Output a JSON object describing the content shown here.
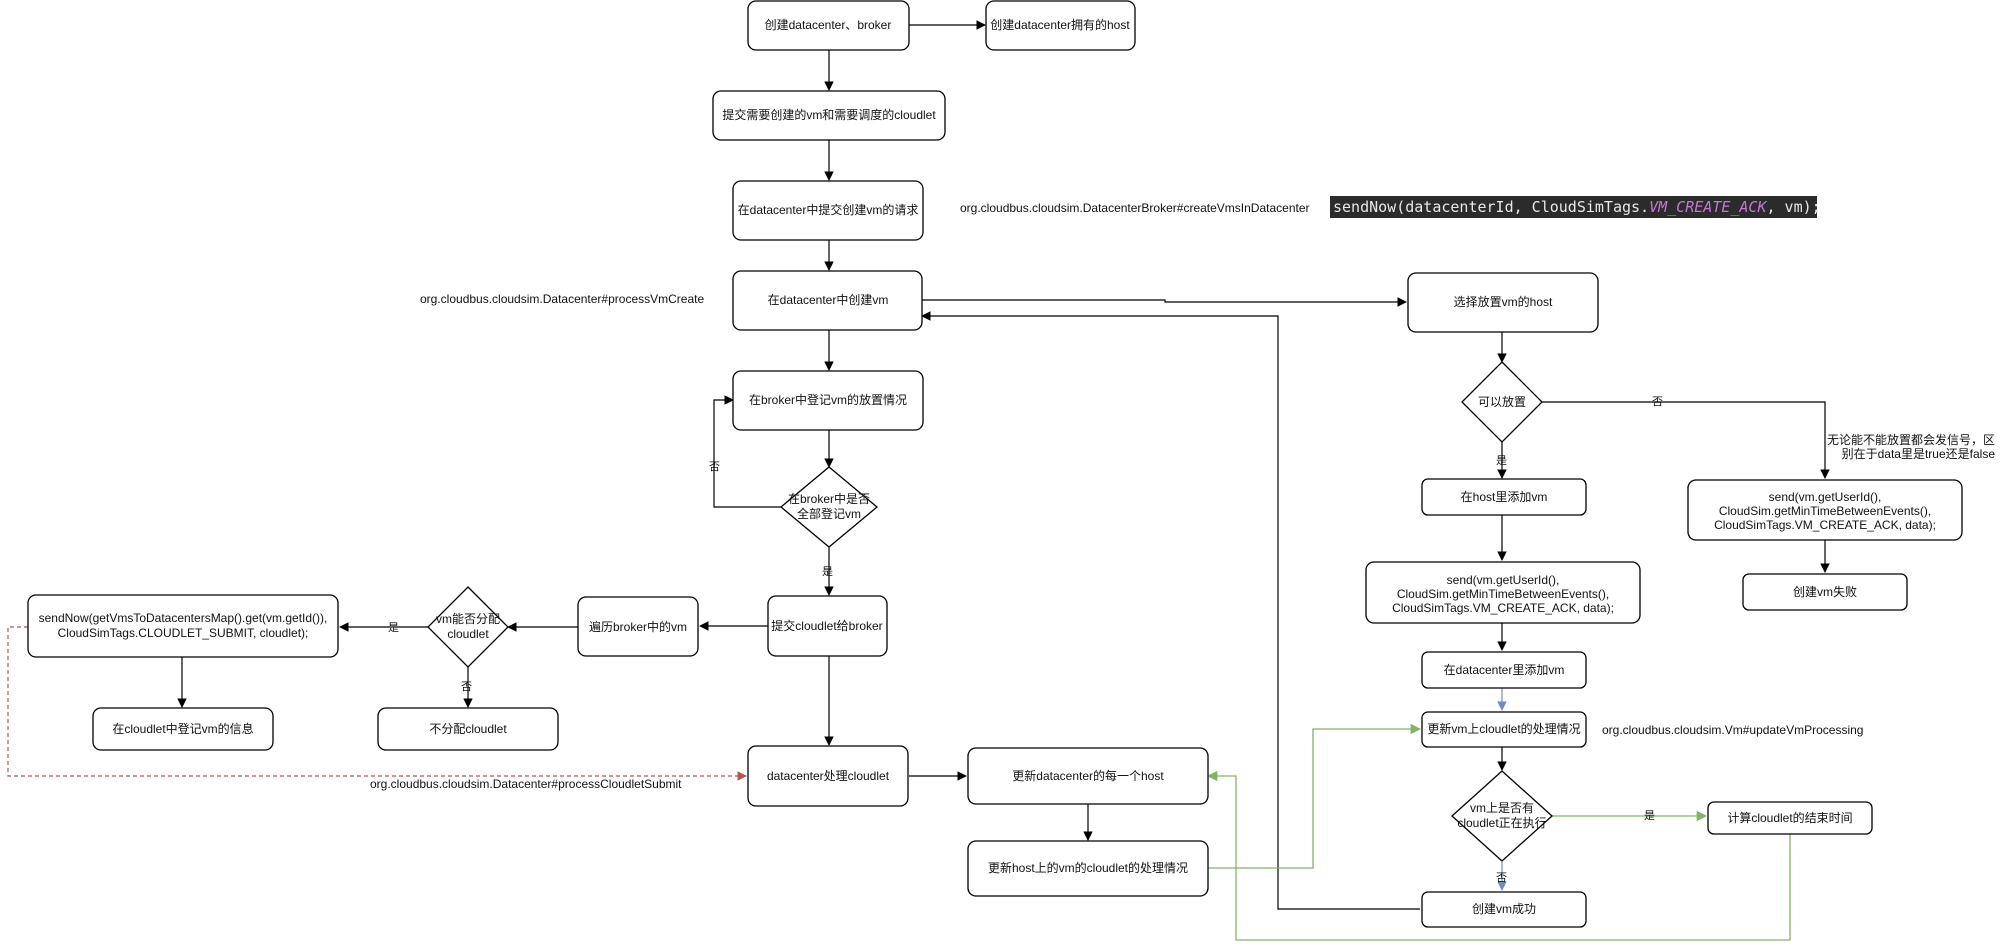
{
  "nodes": {
    "create_dc_broker": "创建datacenter、broker",
    "create_dc_hosts": "创建datacenter拥有的host",
    "submit_vm_cloudlet": "提交需要创建的vm和需要调度的cloudlet",
    "submit_vm_request": "在datacenter中提交创建vm的请求",
    "create_vm_in_dc": "在datacenter中创建vm",
    "register_vm_broker": "在broker中登记vm的放置情况",
    "all_registered": [
      "在broker中是否",
      "全部登记vm"
    ],
    "submit_cloudlet_broker": "提交cloudlet给broker",
    "iterate_broker_vm": "遍历broker中的vm",
    "can_assign_cloudlet": [
      "vm能否分配",
      "cloudlet"
    ],
    "send_now_cloudlet": [
      "sendNow(getVmsToDatacentersMap().get(vm.getId()),",
      "CloudSimTags.CLOUDLET_SUBMIT, cloudlet);"
    ],
    "register_vm_in_cloudlet": "在cloudlet中登记vm的信息",
    "no_assign_cloudlet": "不分配cloudlet",
    "dc_process_cloudlet": "datacenter处理cloudlet",
    "update_each_host": "更新datacenter的每一个host",
    "update_host_vm_cloudlet": "更新host上的vm的cloudlet的处理情况",
    "choose_host": "选择放置vm的host",
    "can_place": "可以放置",
    "add_vm_host": "在host里添加vm",
    "send_ack_ok": [
      "send(vm.getUserId(),",
      "CloudSim.getMinTimeBetweenEvents(),",
      "CloudSimTags.VM_CREATE_ACK, data);"
    ],
    "add_vm_dc": "在datacenter里添加vm",
    "update_vm_cloudlet": "更新vm上cloudlet的处理情况",
    "cloudlet_running": [
      "vm上是否有",
      "cloudlet正在执行"
    ],
    "create_vm_success": "创建vm成功",
    "calc_finish_time": "计算cloudlet的结束时间",
    "send_ack_fail": [
      "send(vm.getUserId(),",
      "CloudSim.getMinTimeBetweenEvents(),",
      "CloudSimTags.VM_CREATE_ACK, data);"
    ],
    "create_vm_fail": "创建vm失败"
  },
  "edge_labels": {
    "no_register_loop": "否",
    "yes_all_registered": "是",
    "yes_assign": "是",
    "no_assign": "否",
    "can_place_no": "否",
    "can_place_yes": "是",
    "running_yes": "是",
    "running_no": "否"
  },
  "notes": {
    "broker_create_vms": "org.cloudbus.cloudsim.DatacenterBroker#createVmsInDatacenter",
    "dc_process_vm_create": "org.cloudbus.cloudsim.Datacenter#processVmCreate",
    "dc_process_cloudlet_submit": "org.cloudbus.cloudsim.Datacenter#processCloudletSubmit",
    "vm_update_processing": "org.cloudbus.cloudsim.Vm#updateVmProcessing",
    "signal_note": [
      "无论能不能放置都会发信号，区",
      "别在于data里是true还是false"
    ]
  },
  "code_snippet": {
    "prefix": "sendNow(datacenterId, CloudSimTags.",
    "italic": "VM_CREATE_ACK",
    "suffix": ", vm);"
  },
  "colors": {
    "yes_branch_green": "#82b366",
    "dashed_red": "#b85450",
    "blue_arrow": "#6c8ebf",
    "code_background": "#2b2b2b"
  }
}
